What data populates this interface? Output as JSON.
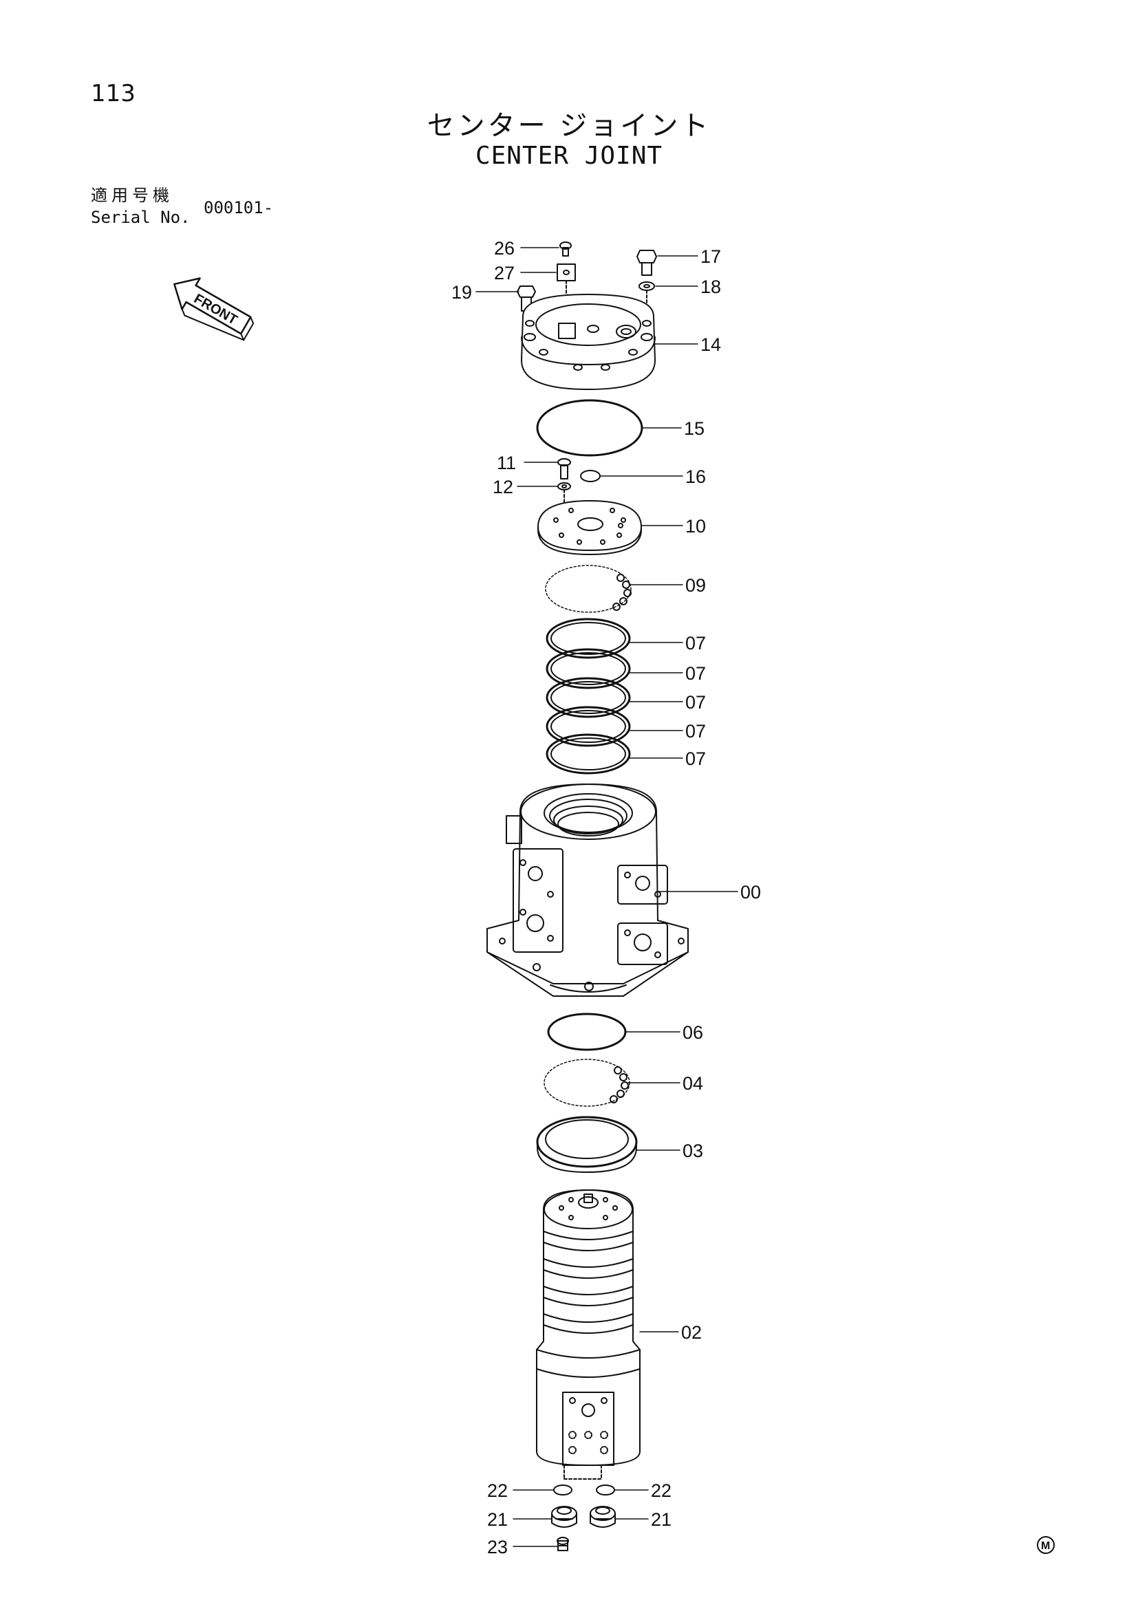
{
  "page": {
    "number": "113",
    "title_jp": "センター ジョイント",
    "title_en": "CENTER JOINT",
    "serial_label_jp": "適用号機",
    "serial_label_en": "Serial No.",
    "serial_value": "000101-"
  },
  "direction_arrow": {
    "label": "FRONT"
  },
  "manufacturer_mark": "M",
  "callouts": {
    "c26": "26",
    "c27": "27",
    "c19": "19",
    "c17": "17",
    "c18": "18",
    "c14": "14",
    "c15": "15",
    "c11": "11",
    "c12": "12",
    "c16": "16",
    "c10": "10",
    "c09": "09",
    "c07a": "07",
    "c07b": "07",
    "c07c": "07",
    "c07d": "07",
    "c07e": "07",
    "c00": "00",
    "c06": "06",
    "c04": "04",
    "c03": "03",
    "c02": "02",
    "c22l": "22",
    "c22r": "22",
    "c21l": "21",
    "c21r": "21",
    "c23": "23"
  }
}
